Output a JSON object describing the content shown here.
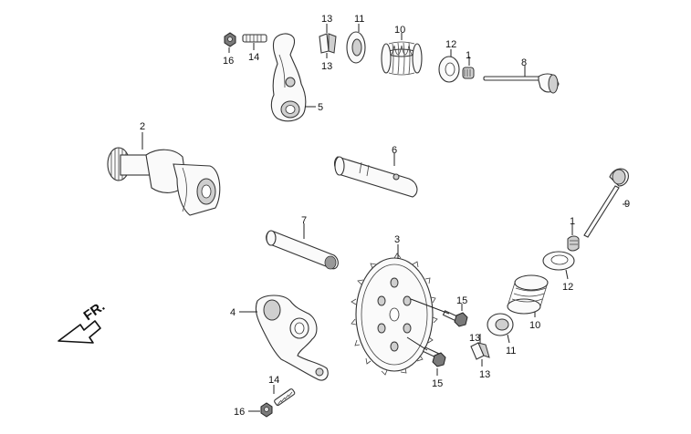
{
  "direction_label": "FR.",
  "callouts": {
    "c1_top": "1",
    "c1_mid": "1",
    "c2": "2",
    "c3": "3",
    "c4": "4",
    "c5": "5",
    "c6": "6",
    "c7": "7",
    "c8": "8",
    "c9": "9",
    "c10_top": "10",
    "c10_mid": "10",
    "c11_top": "11",
    "c11_mid": "11",
    "c12_top": "12",
    "c12_mid": "12",
    "c13_top_a": "13",
    "c13_top_b": "13",
    "c13_bot_a": "13",
    "c13_bot_b": "13",
    "c14_top": "14",
    "c14_bot": "14",
    "c15_a": "15",
    "c15_b": "15",
    "c16_top": "16",
    "c16_bot": "16"
  }
}
